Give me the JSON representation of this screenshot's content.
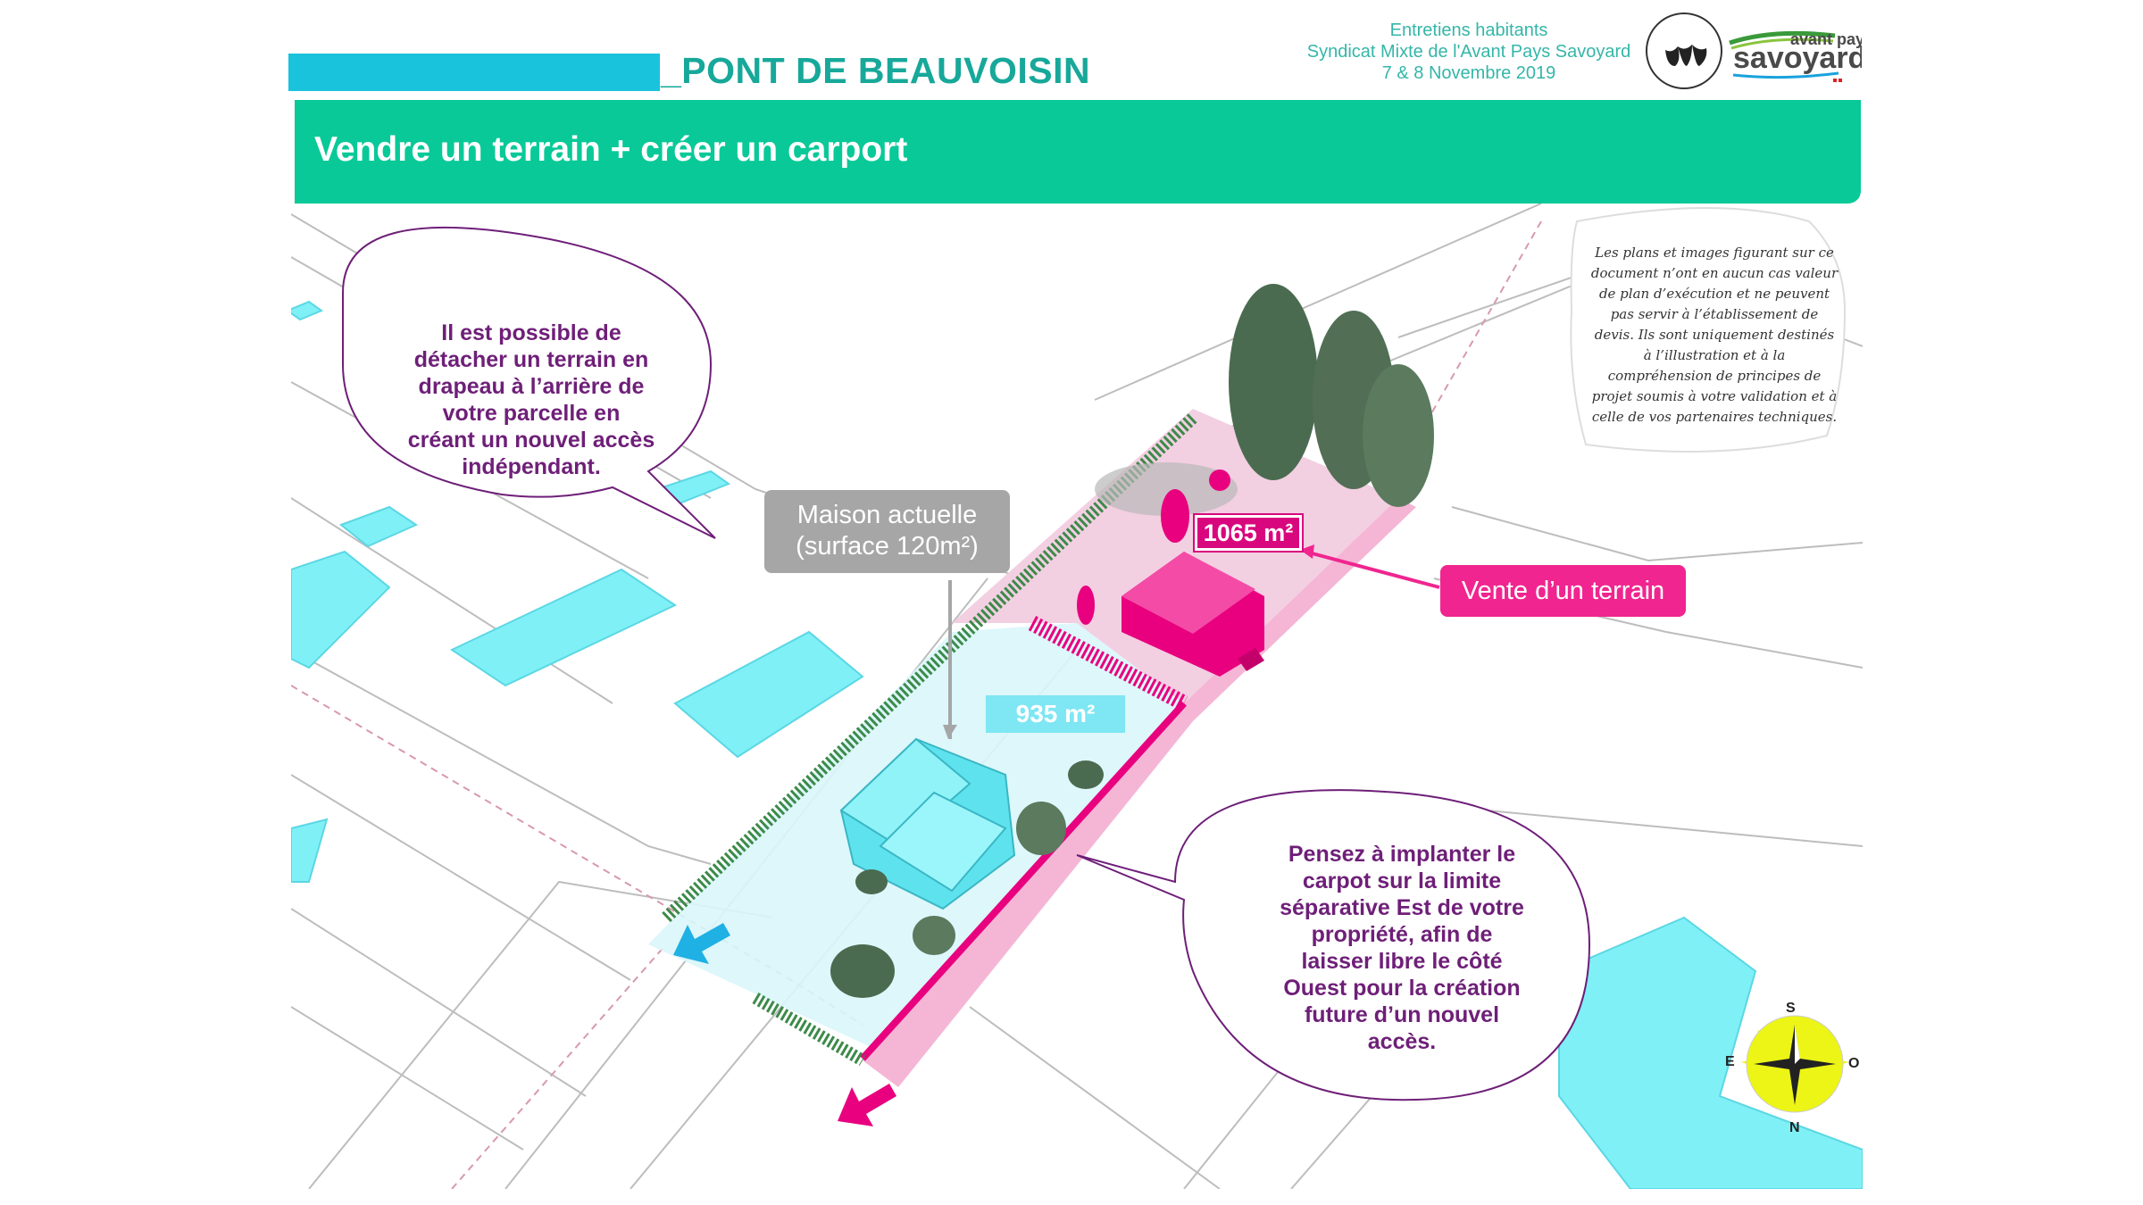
{
  "header": {
    "town": "_PONT DE BEAUVOISIN",
    "event_lines": [
      "Entretiens habitants",
      "Syndicat Mixte de l'Avant Pays Savoyard",
      "7 & 8 Novembre 2019"
    ],
    "brand_top": "avant pays",
    "brand_main": "savoyard"
  },
  "banner": {
    "title": "Vendre un terrain + créer un carport"
  },
  "bubbles": {
    "left": [
      "Il est possible de",
      "détacher un terrain en",
      "drapeau à l’arrière de",
      "votre parcelle en",
      "créant un nouvel accès",
      "indépendant."
    ],
    "right": [
      "Pensez à implanter le",
      "carpot sur la limite",
      "séparative Est de votre",
      "propriété, afin de",
      "laisser libre le côté",
      "Ouest pour la création",
      "future d’un nouvel",
      "accès."
    ]
  },
  "disclaimer": [
    "Les plans et images figurant sur ce",
    "document n’ont en aucun cas valeur",
    "de plan d’exécution et ne peuvent",
    "pas servir à l’établissement de",
    "devis. Ils sont uniquement destinés",
    "à l’illustration et à la",
    "compréhension de principes de",
    "projet soumis à votre validation et à",
    "celle de vos partenaires techniques."
  ],
  "labels": {
    "house_line1": "Maison actuelle",
    "house_line2": "(surface 120m²)",
    "sale": "Vente d’un terrain",
    "area_back": "1065 m²",
    "area_front": "935 m²"
  },
  "compass": {
    "s": "S",
    "o": "O",
    "n": "N",
    "e": "E"
  },
  "colors": {
    "teal_banner": "#09c998",
    "cyan": "#19c3dc",
    "magenta": "#e8007f",
    "purple_text": "#6e1f78",
    "building_cyan": "#7ff0f6",
    "hedge_green": "#3c8a4a",
    "compass_yellow": "#ecf516"
  },
  "icons": [
    "tree-icon",
    "arrow-icon",
    "compass-icon",
    "logo-icon"
  ]
}
